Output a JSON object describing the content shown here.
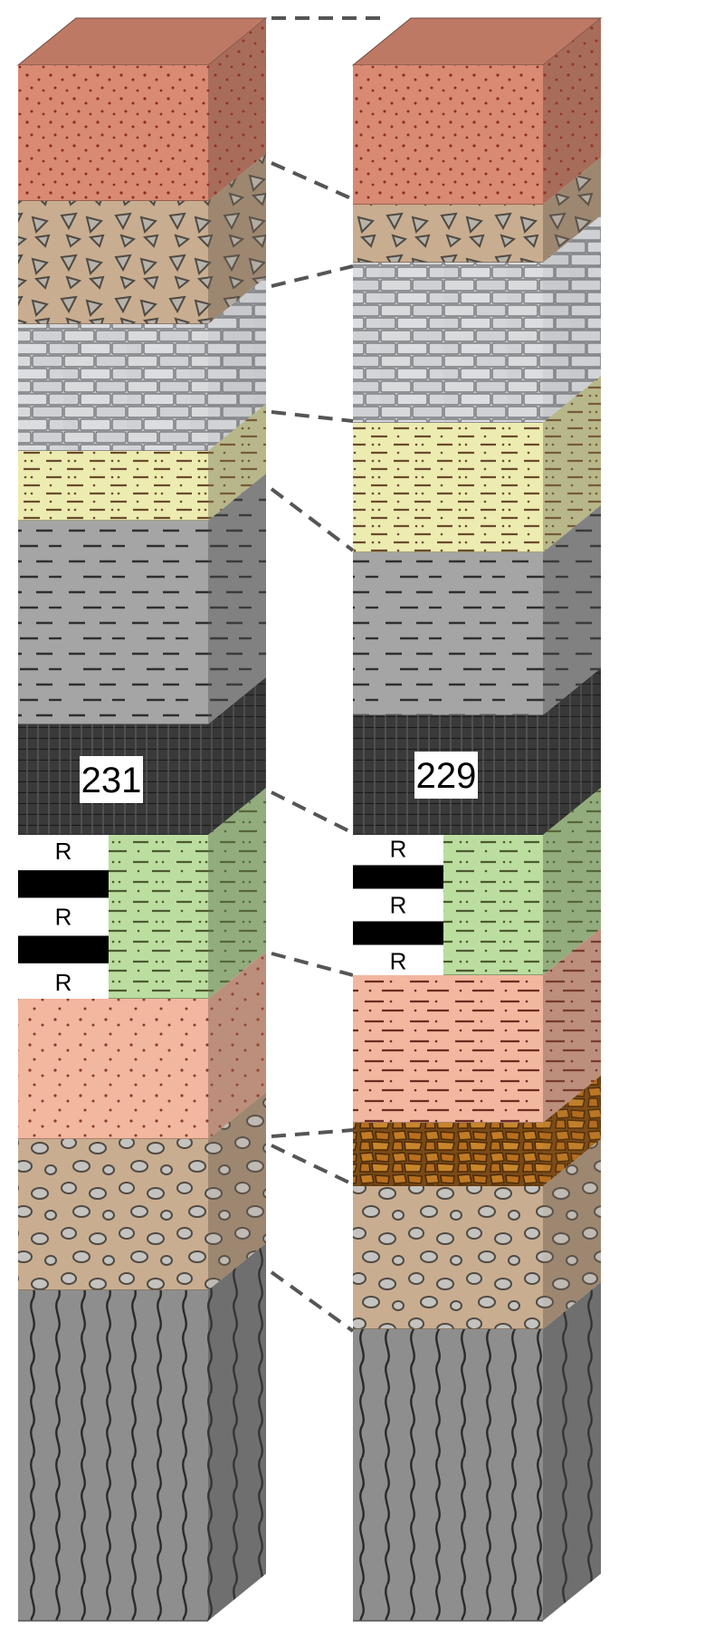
{
  "columns": [
    {
      "id": "left",
      "age_label": "231",
      "magnetic_polarity": [
        "R",
        "N",
        "R",
        "N",
        "R"
      ],
      "layers": [
        {
          "rock": "red-sandstone",
          "color": "#d88a73",
          "pattern": "dots"
        },
        {
          "rock": "breccia",
          "color": "#c9ad90",
          "pattern": "angular-clasts"
        },
        {
          "rock": "limestone",
          "color": "#c4c6c9",
          "pattern": "bricks"
        },
        {
          "rock": "yellow-siltstone",
          "color": "#ecebb0",
          "pattern": "dashes-dots"
        },
        {
          "rock": "gray-shale",
          "color": "#a5a5a5",
          "pattern": "dashes"
        },
        {
          "rock": "coal",
          "color": "#3c3c3c",
          "pattern": "crosshatch"
        },
        {
          "rock": "green-siltstone",
          "color": "#bcdda0",
          "pattern": "dashes-dots"
        },
        {
          "rock": "pink-sandstone",
          "color": "#f1b79f",
          "pattern": "dots"
        },
        {
          "rock": "conglomerate",
          "color": "#c9ad90",
          "pattern": "pebbles"
        },
        {
          "rock": "basement",
          "color": "#8e8e8e",
          "pattern": "wavy-lines"
        }
      ]
    },
    {
      "id": "right",
      "age_label": "229",
      "magnetic_polarity": [
        "R",
        "N",
        "R",
        "N",
        "R"
      ],
      "layers": [
        {
          "rock": "red-sandstone",
          "color": "#d88a73",
          "pattern": "dots"
        },
        {
          "rock": "breccia",
          "color": "#c9ad90",
          "pattern": "angular-clasts"
        },
        {
          "rock": "limestone",
          "color": "#c4c6c9",
          "pattern": "bricks"
        },
        {
          "rock": "yellow-siltstone",
          "color": "#ecebb0",
          "pattern": "dashes-dots"
        },
        {
          "rock": "gray-shale",
          "color": "#a5a5a5",
          "pattern": "dashes"
        },
        {
          "rock": "coal",
          "color": "#3c3c3c",
          "pattern": "crosshatch"
        },
        {
          "rock": "green-siltstone",
          "color": "#bcdda0",
          "pattern": "dashes-dots"
        },
        {
          "rock": "pink-sandstone",
          "color": "#f1b79f",
          "pattern": "dashes-dots"
        },
        {
          "rock": "orange-rubble",
          "color": "#b8742a",
          "pattern": "cobbles"
        },
        {
          "rock": "conglomerate",
          "color": "#c9ad90",
          "pattern": "pebbles"
        },
        {
          "rock": "basement",
          "color": "#8e8e8e",
          "pattern": "wavy-lines"
        }
      ]
    }
  ],
  "correlation_line_color": "#555555",
  "correlation_line_count": 10
}
